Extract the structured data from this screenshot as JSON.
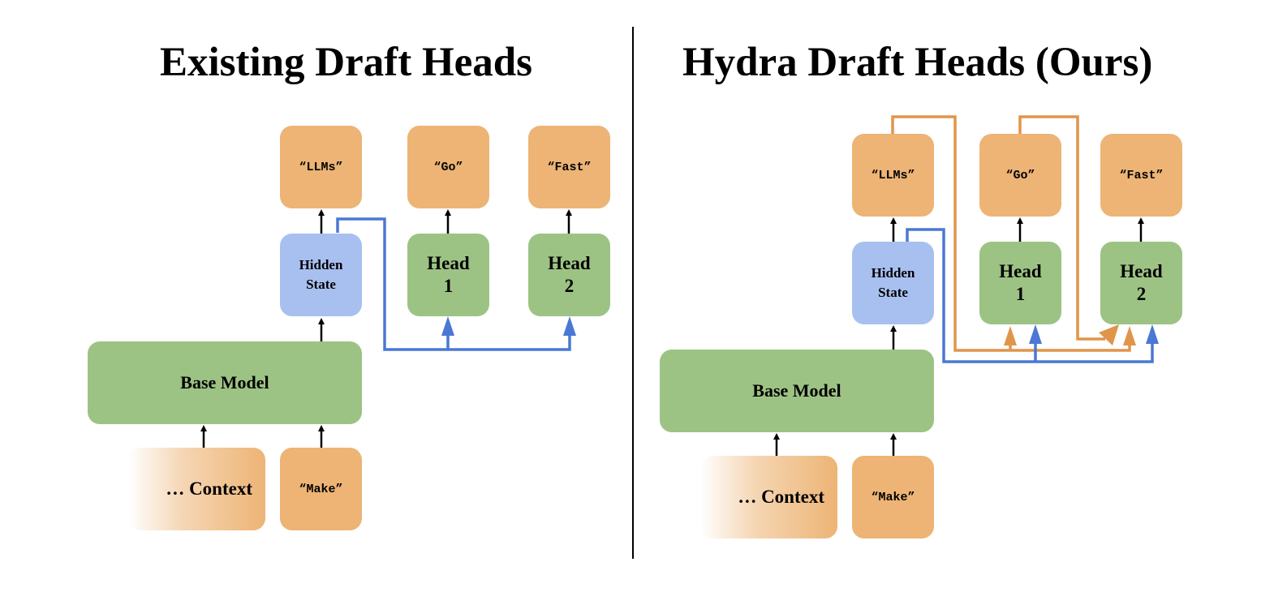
{
  "left": {
    "title": "Existing Draft Heads",
    "tokens": {
      "llms": "“LLMs”",
      "go": "“Go”",
      "fast": "“Fast”",
      "make": "“Make”"
    },
    "hidden_state": {
      "line1": "Hidden",
      "line2": "State"
    },
    "head1": {
      "line1": "Head",
      "line2": "1"
    },
    "head2": {
      "line1": "Head",
      "line2": "2"
    },
    "base_model": "Base Model",
    "context": "… Context"
  },
  "right": {
    "title": "Hydra Draft Heads (Ours)",
    "tokens": {
      "llms": "“LLMs”",
      "go": "“Go”",
      "fast": "“Fast”",
      "make": "“Make”"
    },
    "hidden_state": {
      "line1": "Hidden",
      "line2": "State"
    },
    "head1": {
      "line1": "Head",
      "line2": "1"
    },
    "head2": {
      "line1": "Head",
      "line2": "2"
    },
    "base_model": "Base Model",
    "context": "… Context"
  },
  "colors": {
    "token_box": "#edb475",
    "model_box": "#9dc384",
    "hidden_box": "#a8c0f0",
    "hidden_connector": "#4a78d4",
    "token_connector": "#e0954a",
    "arrow": "#000000"
  }
}
